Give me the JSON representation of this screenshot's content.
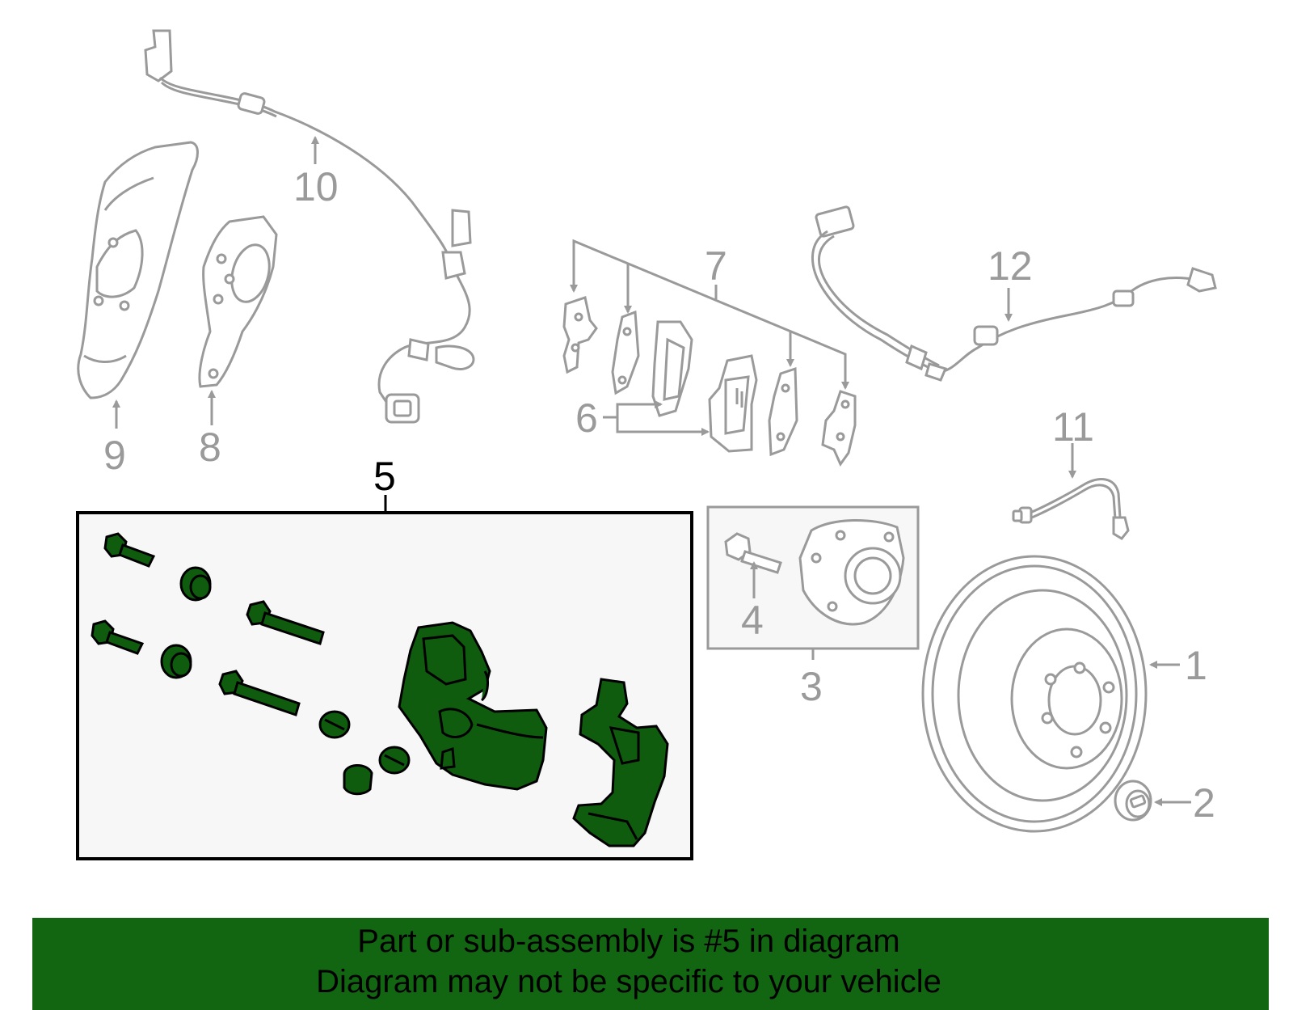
{
  "colors": {
    "highlight": "#0f5c0f",
    "banner": "#126612",
    "line_gray": "#9a9a9a",
    "panel_bg": "#f7f7f7"
  },
  "callouts": {
    "c1": "1",
    "c2": "2",
    "c3": "3",
    "c4": "4",
    "c5": "5",
    "c6": "6",
    "c7": "7",
    "c8": "8",
    "c9": "9",
    "c10": "10",
    "c11": "11",
    "c12": "12"
  },
  "banner": {
    "line1": "Part or sub-assembly is #5 in diagram",
    "line2": "Diagram may not be specific to your vehicle"
  }
}
